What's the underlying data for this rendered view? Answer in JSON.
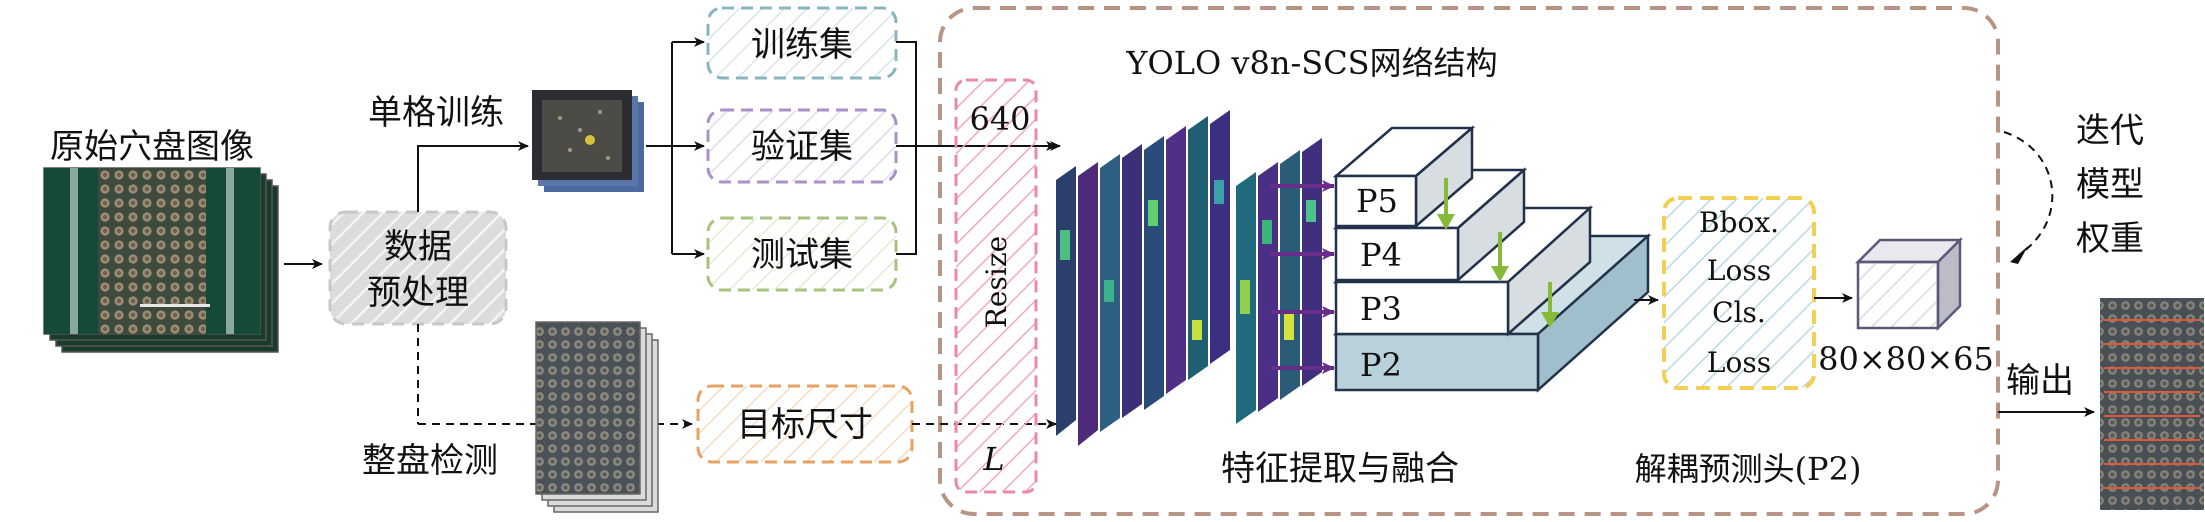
{
  "labels": {
    "original_image": "原始穴盘图像",
    "single_cell_train": "单格训练",
    "data_preprocess_line1": "数据",
    "data_preprocess_line2": "预处理",
    "whole_tray_detect": "整盘检测",
    "train_set": "训练集",
    "val_set": "验证集",
    "test_set": "测试集",
    "target_size": "目标尺寸",
    "network_title": "YOLO v8n-SCS网络结构",
    "input_size": "640",
    "resize": "Resize",
    "l_label": "L",
    "p5": "P5",
    "p4": "P4",
    "p3": "P3",
    "p2": "P2",
    "feature_extract": "特征提取与融合",
    "bbox_loss_1": "Bbox.",
    "bbox_loss_2": "Loss",
    "cls_loss_1": "Cls.",
    "cls_loss_2": "Loss",
    "decoupled_head": "解耦预测头(P2)",
    "output_size": "80×80×65",
    "iterate_1": "迭代",
    "iterate_2": "模型",
    "iterate_3": "权重",
    "output": "输出"
  },
  "colors": {
    "outer_frame": "#b89484",
    "train_box": "#8bb5be",
    "val_box": "#a991c9",
    "test_box": "#a9c27e",
    "target_box": "#e5a262",
    "resize_bar": "#e98aa8",
    "head_box": "#f2cf55",
    "fusion_arrow": "#6a2c8a",
    "down_arrow": "#86b83a",
    "p2_fill": "#b9d1da"
  }
}
